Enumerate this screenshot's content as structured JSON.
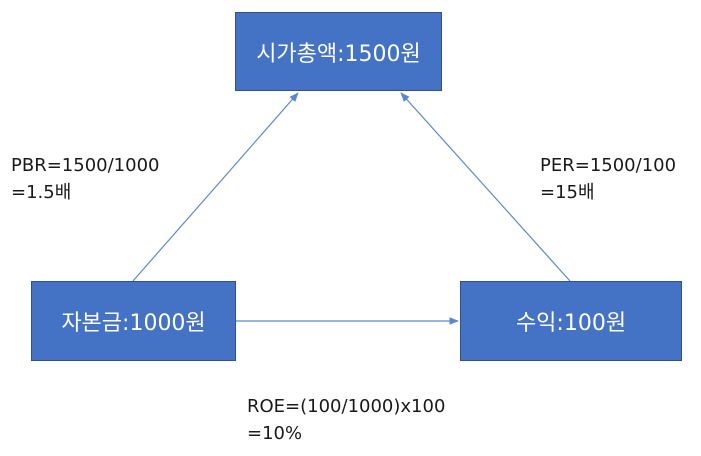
{
  "nodes": {
    "market_cap": "시가총액:1500원",
    "capital": "자본금:1000원",
    "earnings": "수익:100원"
  },
  "labels": {
    "pbr": {
      "line1": "PBR=1500/1000",
      "line2": "=1.5배"
    },
    "per": {
      "line1": "PER=1500/100",
      "line2": "=15배"
    },
    "roe": {
      "line1": "ROE=(100/1000)x100",
      "line2": "=10%"
    }
  },
  "colors": {
    "node_fill": "#4472C4",
    "node_border": "#2F528F",
    "node_text": "#FFFFFF",
    "edge": "#5B87CF"
  }
}
